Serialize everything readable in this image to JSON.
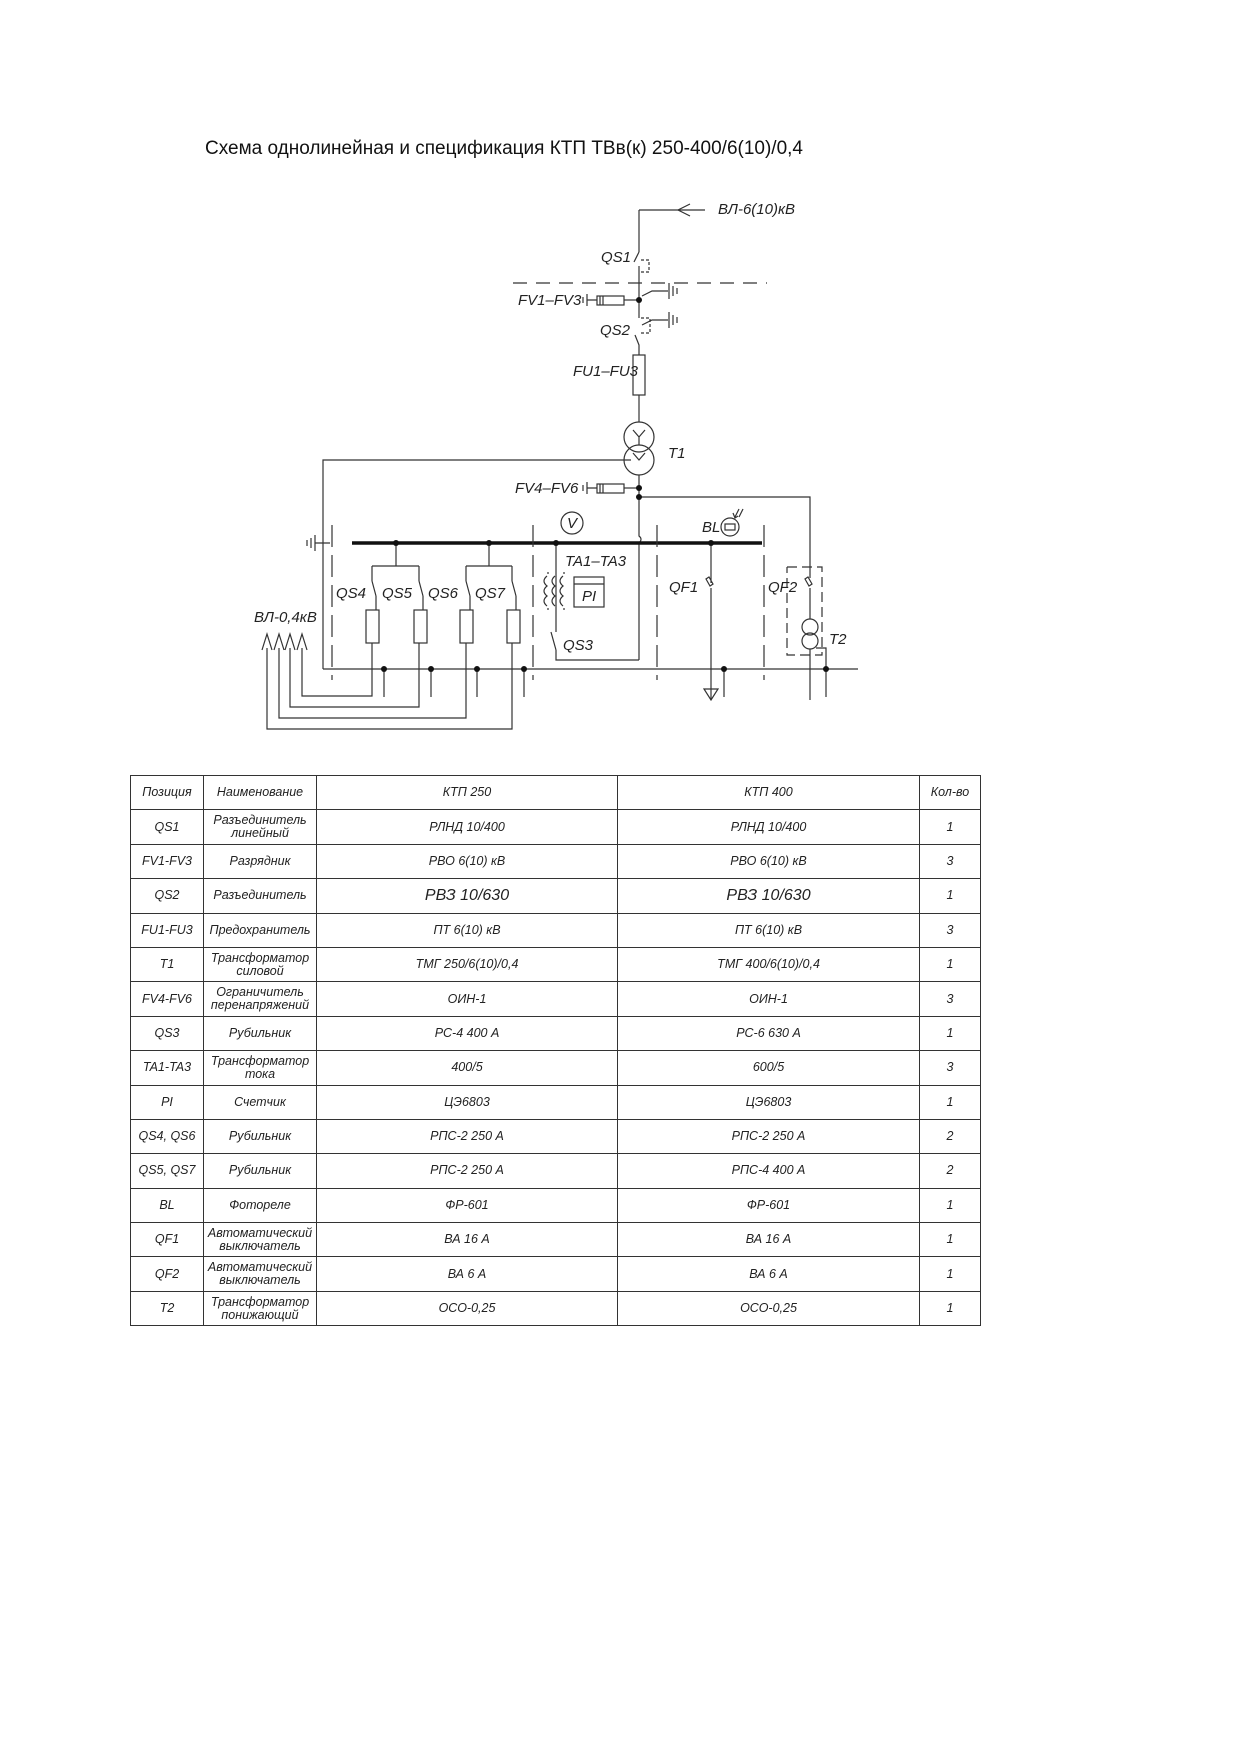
{
  "title": "Схема однолинейная и спецификация КТП ТВв(к) 250-400/6(10)/0,4",
  "diagram": {
    "hv_line": "ВЛ-6(10)кВ",
    "lv_line": "ВЛ-0,4кВ",
    "labels": {
      "QS1": "QS1",
      "FV1": "FV1–FV3",
      "QS2": "QS2",
      "FU": "FU1–FU3",
      "T1": "T1",
      "FV4": "FV4–FV6",
      "V": "V",
      "TA": "TA1–TA3",
      "PI": "PI",
      "QS3": "QS3",
      "QS4": "QS4",
      "QS5": "QS5",
      "QS6": "QS6",
      "QS7": "QS7",
      "BL": "BL",
      "QF1": "QF1",
      "QF2": "QF2",
      "T2": "T2"
    }
  },
  "table": {
    "headers": [
      "Позиция",
      "Наименование",
      "КТП 250",
      "КТП 400",
      "Кол-во"
    ],
    "rows": [
      [
        "QS1",
        "Разъединитель линейный",
        "РЛНД 10/400",
        "РЛНД 10/400",
        "1"
      ],
      [
        "FV1-FV3",
        "Разрядник",
        "РВО 6(10) кВ",
        "РВО 6(10) кВ",
        "3"
      ],
      [
        "QS2",
        "Разъединитель",
        "РВЗ 10/630",
        "РВЗ 10/630",
        "1"
      ],
      [
        "FU1-FU3",
        "Предохранитель",
        "ПТ 6(10) кВ",
        "ПТ 6(10) кВ",
        "3"
      ],
      [
        "T1",
        "Трансформатор силовой",
        "ТМГ 250/6(10)/0,4",
        "ТМГ 400/6(10)/0,4",
        "1"
      ],
      [
        "FV4-FV6",
        "Ограничитель перенапряжений",
        "ОИН-1",
        "ОИН-1",
        "3"
      ],
      [
        "QS3",
        "Рубильник",
        "РС-4 400 А",
        "РС-6 630 А",
        "1"
      ],
      [
        "TA1-TA3",
        "Трансформатор тока",
        "400/5",
        "600/5",
        "3"
      ],
      [
        "PI",
        "Счетчик",
        "ЦЭ6803",
        "ЦЭ6803",
        "1"
      ],
      [
        "QS4, QS6",
        "Рубильник",
        "РПС-2 250 А",
        "РПС-2 250 А",
        "2"
      ],
      [
        "QS5, QS7",
        "Рубильник",
        "РПС-2 250 А",
        "РПС-4 400 А",
        "2"
      ],
      [
        "BL",
        "Фотореле",
        "ФР-601",
        "ФР-601",
        "1"
      ],
      [
        "QF1",
        "Автоматический выключатель",
        "ВА 16 А",
        "ВА 16 А",
        "1"
      ],
      [
        "QF2",
        "Автоматический выключатель",
        "ВА 6 А",
        "ВА 6 А",
        "1"
      ],
      [
        "T2",
        "Трансформатор понижающий",
        "ОСО-0,25",
        "ОСО-0,25",
        "1"
      ]
    ]
  }
}
